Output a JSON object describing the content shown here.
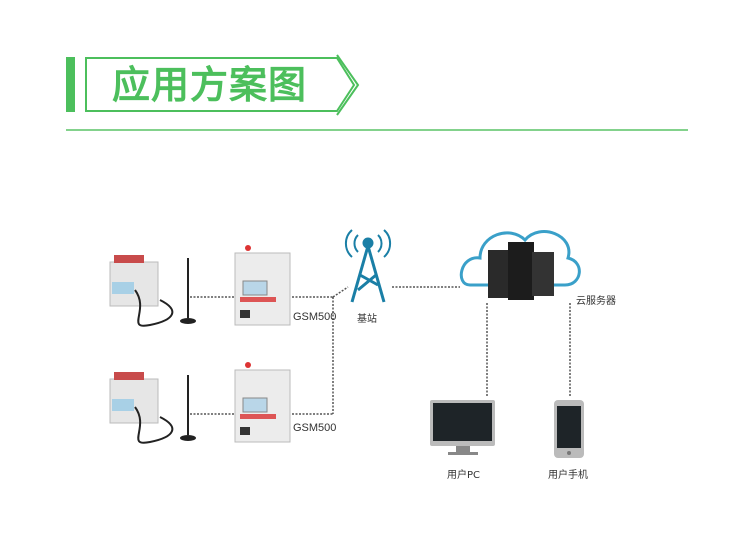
{
  "header": {
    "title": "应用方案图"
  },
  "diagram": {
    "devices": [
      {
        "model": "GSM500"
      },
      {
        "model": "GSM500"
      }
    ],
    "base_station": "基站",
    "cloud_server": "云服务器",
    "user_pc": "用户PC",
    "user_phone": "用户手机"
  },
  "colors": {
    "accent": "#4cbf5c",
    "tower": "#1a7fa6",
    "line": "#555555"
  }
}
